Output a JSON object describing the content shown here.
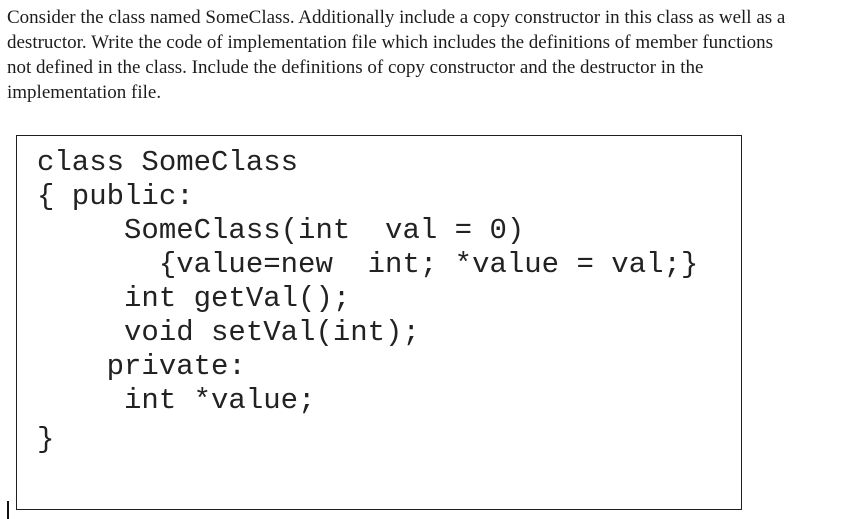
{
  "question": {
    "lines": [
      "Consider the class named SomeClass. Additionally include a copy constructor in this class as well as a",
      "destructor. Write the code of implementation file which includes the definitions of member functions",
      "not defined in the class. Include the definitions of copy constructor and the destructor in the",
      "implementation file."
    ]
  },
  "code_listing": {
    "language": "cpp",
    "lines": [
      "class SomeClass",
      "{ public:",
      "     SomeClass(int  val = 0)",
      "       {value=new  int; *value = val;}",
      "     int getVal();",
      "     void setVal(int);",
      "    private:",
      "     int *value;",
      "}"
    ]
  },
  "colors": {
    "background": "#ffffff",
    "text": "#1c1c1c",
    "code_text": "#222222",
    "box_border": "#1f1f1f"
  }
}
